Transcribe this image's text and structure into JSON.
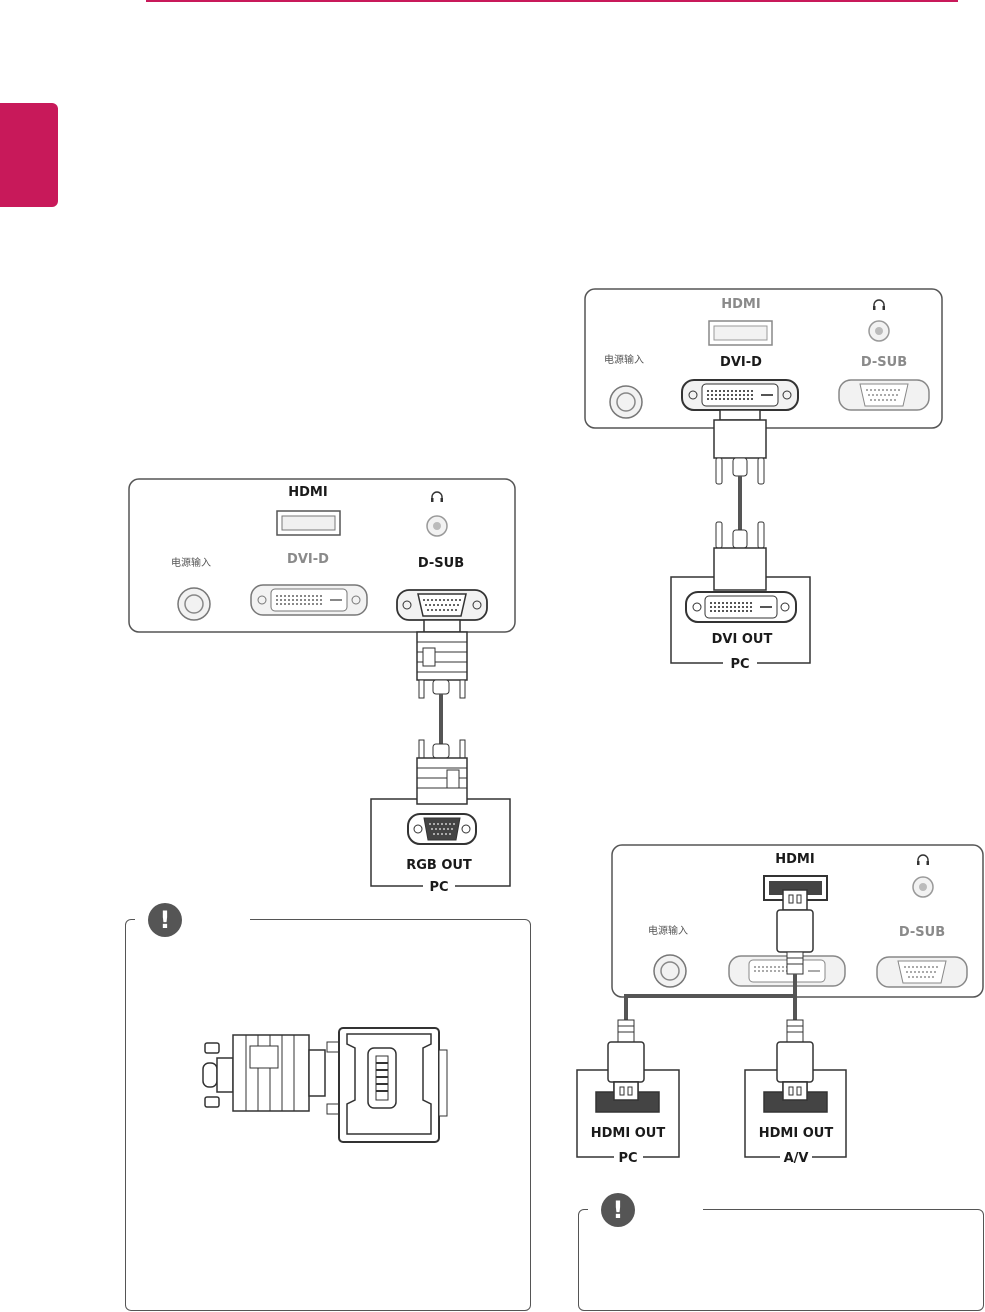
{
  "theme": {
    "accent": "#c8195a",
    "line": "#555555",
    "port_fill": "#f2f2f2"
  },
  "panel_labels": {
    "hdmi": "HDMI",
    "dvi_d": "DVI-D",
    "d_sub": "D-SUB",
    "power_in": "电源输入",
    "headphone_icon": "headphone-icon"
  },
  "device_labels": {
    "rgb_out": "RGB OUT",
    "dvi_out": "DVI OUT",
    "hdmi_out": "HDMI OUT",
    "pc": "PC",
    "av": "A/V"
  },
  "notes": {
    "icon_symbol": "!"
  }
}
